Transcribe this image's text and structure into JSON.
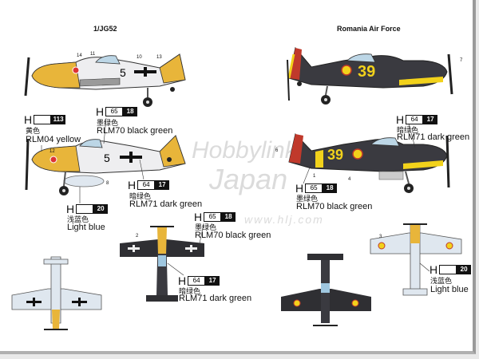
{
  "titles": {
    "left": "1/JG52",
    "right": "Romania Air Force"
  },
  "colors": {
    "rlm04_yellow": "#e8b53a",
    "rlm70_black_green": "#2b2d2a",
    "rlm71_dark_green": "#4a4a4c",
    "light_blue": "#dfe7ef",
    "romania_yellow": "#f2d21b"
  },
  "callouts": [
    {
      "prefix": "H",
      "white": "",
      "black": "113",
      "cn": "黄色",
      "en": "RLM04 yellow"
    },
    {
      "prefix": "H",
      "white": "65",
      "black": "18",
      "cn": "墨绿色",
      "en": "RLM70 black green"
    },
    {
      "prefix": "H",
      "white": "64",
      "black": "17",
      "cn": "暗绿色",
      "en": "RLM71 dark green"
    },
    {
      "prefix": "H",
      "white": "",
      "black": "20",
      "cn": "浅蓝色",
      "en": "Light blue"
    },
    {
      "prefix": "H",
      "white": "64",
      "black": "17",
      "cn": "暗绿色",
      "en": "RLM71 dark green"
    },
    {
      "prefix": "H",
      "white": "65",
      "black": "18",
      "cn": "墨绿色",
      "en": "RLM70 black green"
    },
    {
      "prefix": "H",
      "white": "65",
      "black": "18",
      "cn": "墨绿色",
      "en": "RLM70 black green"
    },
    {
      "prefix": "H",
      "white": "64",
      "black": "17",
      "cn": "暗绿色",
      "en": "RLM71 dark green"
    },
    {
      "prefix": "H",
      "white": "",
      "black": "20",
      "cn": "浅蓝色",
      "en": "Light blue"
    }
  ],
  "aircraft": {
    "jg52_number": "5",
    "romania_number": "39"
  },
  "decal_numbers": [
    "14",
    "11",
    "10",
    "13",
    "12",
    "8",
    "1",
    "2",
    "3",
    "4",
    "7",
    "6"
  ],
  "watermark": {
    "brand": "HobbyLink Japan",
    "url": "www.hlj.com"
  }
}
